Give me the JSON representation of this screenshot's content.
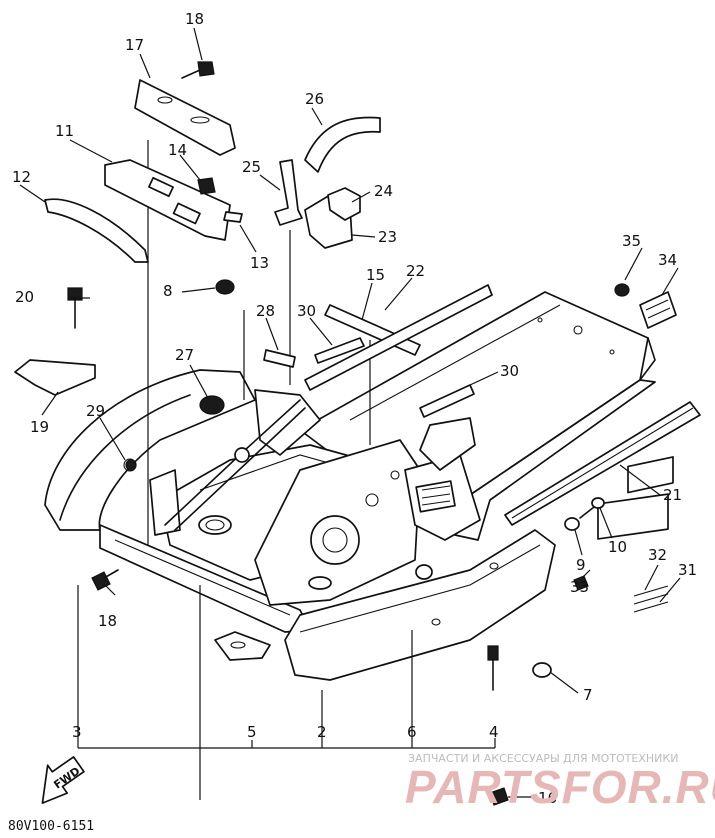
{
  "diagram_code": "80V100-6151",
  "fwd_label": "FWD",
  "watermark": {
    "line1": "ЗАПЧАСТИ И АКСЕССУАРЫ ДЛЯ МОТОТЕХНИКИ",
    "line2": "PARTSFOR.RU"
  },
  "callouts": {
    "p2": "2",
    "p3": "3",
    "p4": "4",
    "p5": "5",
    "p6": "6",
    "p7": "7",
    "p8": "8",
    "p9": "9",
    "p10": "10",
    "p11": "11",
    "p12": "12",
    "p13": "13",
    "p14": "14",
    "p15": "15",
    "p16": "16",
    "p17": "17",
    "p18a": "18",
    "p18b": "18",
    "p19": "19",
    "p20": "20",
    "p21": "21",
    "p22": "22",
    "p23": "23",
    "p24": "24",
    "p25": "25",
    "p26": "26",
    "p27": "27",
    "p28": "28",
    "p29": "29",
    "p30a": "30",
    "p30b": "30",
    "p31": "31",
    "p32": "32",
    "p33": "33",
    "p34": "34",
    "p35": "35"
  }
}
